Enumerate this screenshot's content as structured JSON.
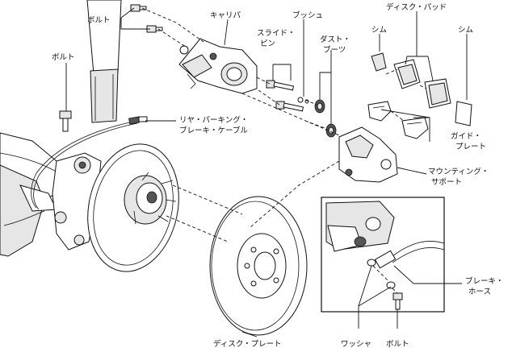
{
  "labels": {
    "bolt_top": "ボルト",
    "caliper": "キャリパ",
    "bushing": "ブッシュ",
    "disc_pad": "ディスク・パッド",
    "shim_left": "シム",
    "shim_right": "シム",
    "slide_pin_1": "スライド・",
    "slide_pin_2": "ピン",
    "dust_boot_1": "ダスト・",
    "dust_boot_2": "ブーツ",
    "bolt_left": "ボルト",
    "cable_1": "リヤ・パーキング・",
    "cable_2": "ブレーキ・ケーブル",
    "guide_plate_1": "ガイド・",
    "guide_plate_2": "プレート",
    "mounting_1": "マウンティング・",
    "mounting_2": "サポート",
    "hose_1": "ブレーキ・",
    "hose_2": "ホース",
    "disc_plate": "ディスク・プレート",
    "washer": "ワッシャ",
    "bolt_bottom": "ボルト"
  }
}
